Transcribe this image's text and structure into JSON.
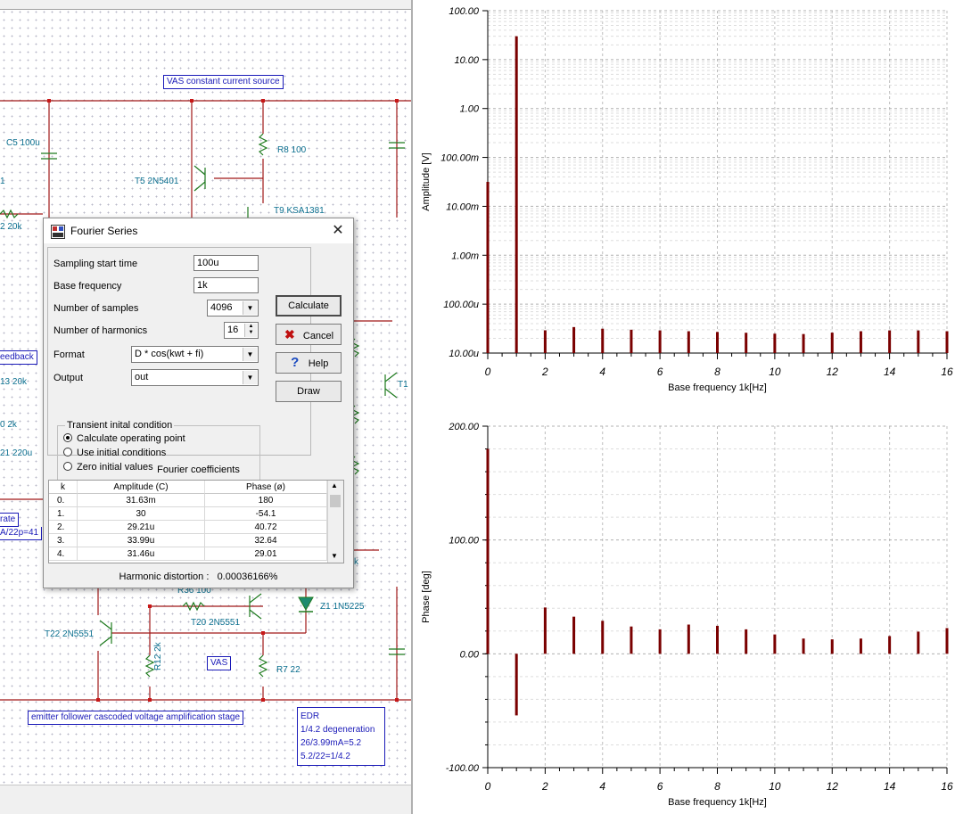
{
  "schematic": {
    "labels": {
      "c5": "C5 100u",
      "r8": "R8 100",
      "t5": "T5 2N5401",
      "t9": "T9 KSA1381",
      "r22": "2 20k",
      "one": "1",
      "r13": "13 20k",
      "r10": "0 2k",
      "c21": "21 220u",
      "t1": "T1",
      "r36": "R36 100",
      "t20": "T20 2N5551",
      "t22": "T22 2N5551",
      "r12": "R12 2k",
      "r7": "R7 22",
      "z1": "Z1 1N5225",
      "k": "k"
    },
    "boxes": {
      "vas_ccs": "VAS constant current source",
      "feedback": "eedback",
      "rate": "rate",
      "rate2": "A/22p=41",
      "vas": "VAS",
      "efc": "emitter follower cascoded voltage amplification stage",
      "edr_lines": [
        "EDR",
        "1/4.2 degeneration",
        "26/3.99mA=5.2",
        "5.2/22=1/4.2"
      ]
    }
  },
  "dialog": {
    "title": "Fourier Series",
    "close_glyph": "✕",
    "fields": {
      "sampling_start_label": "Sampling start time",
      "sampling_start_value": "100u",
      "base_freq_label": "Base frequency",
      "base_freq_value": "1k",
      "num_samples_label": "Number of samples",
      "num_samples_value": "4096",
      "num_harmonics_label": "Number of harmonics",
      "num_harmonics_value": "16",
      "format_label": "Format",
      "format_value": "D * cos(kwt + fi)",
      "output_label": "Output",
      "output_value": "out"
    },
    "transient": {
      "title": "Transient inital condition",
      "options": [
        "Calculate operating point",
        "Use initial conditions",
        "Zero initial values"
      ],
      "selected": 0
    },
    "buttons": {
      "calculate": "Calculate",
      "cancel": "Cancel",
      "help": "Help",
      "draw": "Draw"
    },
    "coefficients": {
      "title": "Fourier coefficients",
      "headers": [
        "k",
        "Amplitude (C)",
        "Phase (ø)"
      ],
      "rows": [
        [
          "0.",
          "31.63m",
          "180"
        ],
        [
          "1.",
          "30",
          "-54.1"
        ],
        [
          "2.",
          "29.21u",
          "40.72"
        ],
        [
          "3.",
          "33.99u",
          "32.64"
        ],
        [
          "4.",
          "31.46u",
          "29.01"
        ]
      ]
    },
    "harmonic_distortion_label": "Harmonic distortion :",
    "harmonic_distortion_value": "0.00036166%"
  },
  "chart_data": [
    {
      "type": "bar",
      "ylabel": "Amplitude [V]",
      "xlabel": "Base frequency 1k[Hz]",
      "yscale": "log",
      "ylim": [
        1e-05,
        100
      ],
      "xlim": [
        0,
        16
      ],
      "grid": true,
      "ytick_labels": [
        "100.00",
        "10.00",
        "1.00",
        "100.00m",
        "10.00m",
        "1.00m",
        "100.00u",
        "10.00u"
      ],
      "xtick_labels": [
        "0",
        "2",
        "4",
        "6",
        "8",
        "10",
        "12",
        "14",
        "16"
      ],
      "color": "#7a0000",
      "x": [
        0,
        1,
        2,
        3,
        4,
        5,
        6,
        7,
        8,
        9,
        10,
        11,
        12,
        13,
        14,
        15,
        16
      ],
      "values": [
        0.03163,
        30,
        2.921e-05,
        3.399e-05,
        3.146e-05,
        3e-05,
        2.904e-05,
        2.795e-05,
        2.7e-05,
        2.602e-05,
        2.494e-05,
        2.449e-05,
        2.614e-05,
        2.795e-05,
        2.904e-05,
        2.904e-05,
        2.795e-05
      ]
    },
    {
      "type": "bar",
      "ylabel": "Phase [deg]",
      "xlabel": "Base frequency 1k[Hz]",
      "ylim": [
        -100,
        200
      ],
      "xlim": [
        0,
        16
      ],
      "grid": true,
      "ytick_labels": [
        "200.00",
        "100.00",
        "0.00",
        "-100.00"
      ],
      "xtick_labels": [
        "0",
        "2",
        "4",
        "6",
        "8",
        "10",
        "12",
        "14",
        "16"
      ],
      "color": "#7a0000",
      "x": [
        0,
        1,
        2,
        3,
        4,
        5,
        6,
        7,
        8,
        9,
        10,
        11,
        12,
        13,
        14,
        15,
        16
      ],
      "values": [
        180,
        -54.1,
        40.72,
        32.64,
        29.01,
        24,
        21.5,
        25.7,
        24.6,
        21.5,
        17,
        13.4,
        12.7,
        13.4,
        15.6,
        19.5,
        22.6
      ]
    }
  ]
}
